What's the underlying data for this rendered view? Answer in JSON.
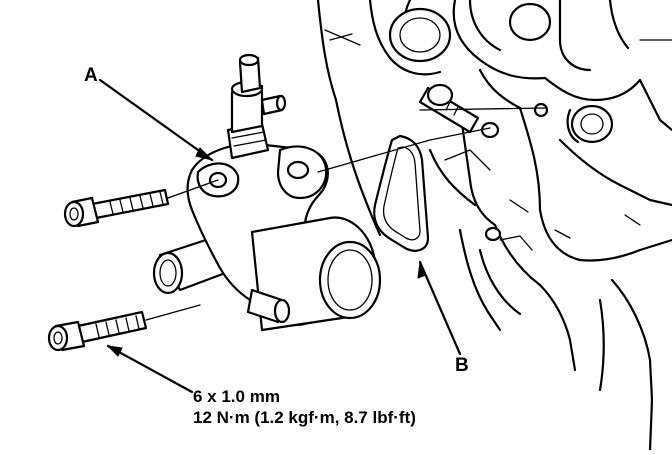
{
  "diagram": {
    "callouts": {
      "a": "A",
      "b": "B"
    },
    "bolt_spec": {
      "size": "6 x 1.0 mm",
      "torque": "12 N·m (1.2 kgf·m, 8.7 lbf·ft)"
    },
    "colors": {
      "ink": "#000000",
      "paper": "#ffffff"
    }
  }
}
